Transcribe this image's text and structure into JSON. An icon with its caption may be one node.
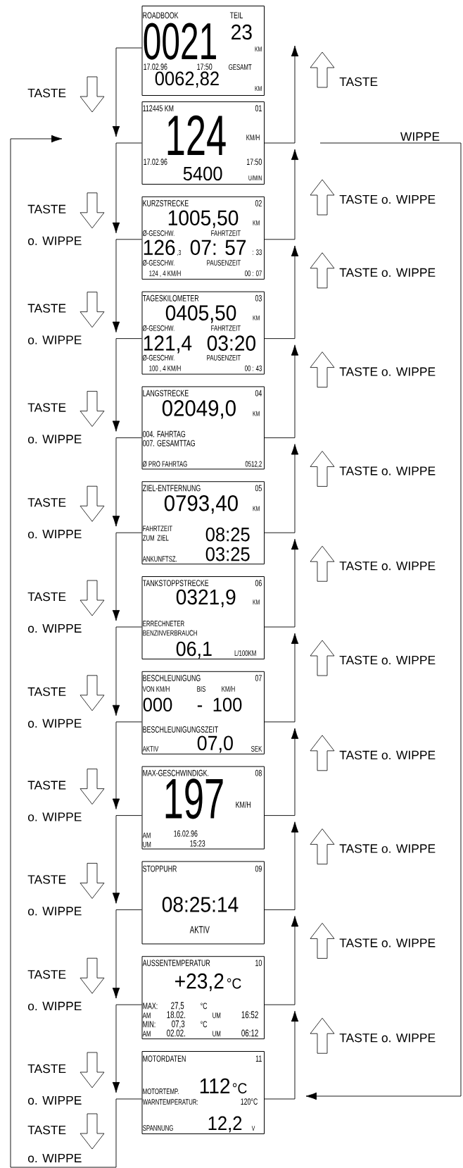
{
  "diagram": {
    "nodes": [
      {
        "text": [
          "ROADBOOK",
          "TEIL",
          "0021",
          "23",
          "KM",
          "17.02.96",
          "17:50",
          "GESAMT",
          "0062,82",
          "KM"
        ]
      },
      {
        "text": [
          "112445 KM",
          "01",
          "124",
          "KM/H",
          "17.02.96",
          "17:50",
          "5400",
          "U/MIN"
        ]
      },
      {
        "text": [
          "KURZSTRECKE",
          "02",
          "1005,50",
          "KM",
          "Ø-GESCHW.",
          "FAHRTZEIT",
          "126",
          ",3",
          "07: 57",
          ": 33",
          "Ø-GESCHW.",
          "PAUSENZEIT",
          "124 , 4 KM/H",
          "00 : 07"
        ]
      },
      {
        "text": [
          "TAGESKILOMETER",
          "03",
          "0405,50",
          "KM",
          "Ø-GESCHW.",
          "FAHRTZEIT",
          "121,4",
          "03:20",
          "Ø-GESCHW.",
          "PAUSENZEIT",
          "100 , 4 KM/H",
          "00 : 43"
        ]
      },
      {
        "text": [
          "LANGSTRECKE",
          "04",
          "02049,0",
          "KM",
          "004. FAHRTAG",
          "007. GESAMTTAG",
          "Ø PRO FAHRTAG",
          "0512,2"
        ]
      },
      {
        "text": [
          "ZIEL-ENTFERNUNG",
          "05",
          "0793,40",
          "KM",
          "FAHRTZEIT ZUM ZIEL",
          "08:25",
          "ANKUNFTSZ.",
          "03:25"
        ]
      },
      {
        "text": [
          "TANKSTOPPSTRECKE",
          "06",
          "0321,9",
          "KM",
          "ERRECHNETER BENZINVERBRAUCH",
          "06,1",
          "L/100KM"
        ]
      },
      {
        "text": [
          "BESCHLEUNIGUNG",
          "07",
          "VON KM/H",
          "BIS",
          "KM/H",
          "000",
          "-",
          "100",
          "BESCHLEUNIGUNGSZEIT",
          "AKTIV",
          "07,0",
          "SEK"
        ]
      },
      {
        "text": [
          "MAX-GESCHWINDIGK.",
          "08",
          "197",
          "KM/H",
          "AM",
          "16.02.96",
          "UM",
          "15:23"
        ]
      },
      {
        "text": [
          "STOPPUHR",
          "09",
          "08:25:14",
          "AKTIV"
        ]
      },
      {
        "text": [
          "AUSSENTEMPERATUR",
          "10",
          "+23,2",
          "°C",
          "MAX:",
          "27,5",
          "°C",
          "AM",
          "18.02.",
          "UM",
          "16:52",
          "MIN:",
          "07,3",
          "°C",
          "AM",
          "02.02.",
          "UM",
          "06:12"
        ]
      },
      {
        "text": [
          "MOTORDATEN",
          "11",
          "MOTORTEMP.",
          "112",
          "°C",
          "WARNTEMPERATUR:",
          "120°C",
          "SPANNUNG",
          "12,2",
          "V"
        ]
      }
    ],
    "edges": [
      {
        "from": 0,
        "to": 1,
        "arrow": "to"
      },
      {
        "from": 1,
        "to": 2,
        "arrow": "to"
      },
      {
        "from": 2,
        "to": 3,
        "arrow": "to"
      },
      {
        "from": 3,
        "to": 4,
        "arrow": "to"
      },
      {
        "from": 4,
        "to": 5,
        "arrow": "to"
      },
      {
        "from": 5,
        "to": 6,
        "arrow": "to"
      },
      {
        "from": 6,
        "to": 7,
        "arrow": "to"
      },
      {
        "from": 7,
        "to": 8,
        "arrow": "to"
      },
      {
        "from": 8,
        "to": 9,
        "arrow": "to"
      },
      {
        "from": 9,
        "to": 10,
        "arrow": "to"
      },
      {
        "from": 10,
        "to": 11,
        "arrow": "to"
      },
      {
        "from": 11,
        "to": null,
        "arrow": "to"
      },
      {
        "from": 1,
        "to": 0,
        "arrow": "to",
        "label": "TASTE"
      },
      {
        "from": 2,
        "to": 1,
        "arrow": "to",
        "label": "TASTE o. WIPPE"
      },
      {
        "from": 3,
        "to": 2,
        "arrow": "to",
        "label": "TASTE o. WIPPE"
      },
      {
        "from": 4,
        "to": 3,
        "arrow": "to",
        "label": "TASTE o. WIPPE"
      },
      {
        "from": 5,
        "to": 4,
        "arrow": "to",
        "label": "TASTE o. WIPPE"
      },
      {
        "from": 6,
        "to": 5,
        "arrow": "to",
        "label": "TASTE o. WIPPE"
      },
      {
        "from": 7,
        "to": 6,
        "arrow": "to",
        "label": "TASTE o. WIPPE"
      },
      {
        "from": 8,
        "to": 7,
        "arrow": "to",
        "label": "TASTE o. WIPPE"
      },
      {
        "from": 9,
        "to": 8,
        "arrow": "to",
        "label": "TASTE o. WIPPE"
      },
      {
        "from": 10,
        "to": 9,
        "arrow": "to",
        "label": "TASTE o. WIPPE"
      },
      {
        "from": 11,
        "to": 10,
        "arrow": "to",
        "label": "TASTE o. WIPPE"
      },
      {
        "from": 1,
        "to": 11,
        "arrow": "to",
        "label": "WIPPE"
      }
    ],
    "labels": [
      "TASTE",
      "TASTE",
      "o. WIPPE",
      "TASTE",
      "o. WIPPE",
      "TASTE",
      "o. WIPPE",
      "TASTE",
      "o. WIPPE",
      "TASTE",
      "o. WIPPE",
      "TASTE",
      "o. WIPPE",
      "TASTE",
      "o. WIPPE",
      "TASTE",
      "o. WIPPE",
      "TASTE",
      "o. WIPPE",
      "TASTE",
      "o. WIPPE",
      "TASTE",
      "o. WIPPE"
    ]
  }
}
